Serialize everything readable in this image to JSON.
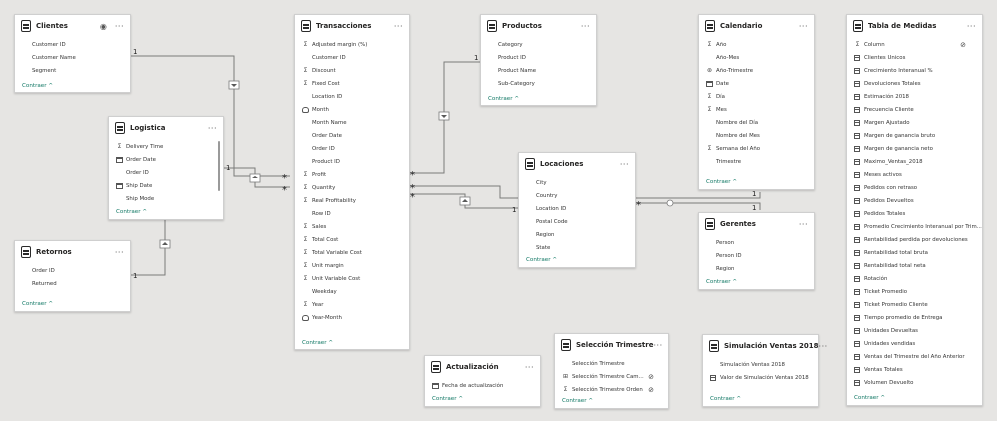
{
  "tables": {
    "clientes": {
      "title": "Clientes",
      "fields": [
        "Customer ID",
        "Customer Name",
        "Segment"
      ],
      "collapse": "Contraer"
    },
    "logistica": {
      "title": "Logistica",
      "fields": [
        "Delivery Time",
        "Order Date",
        "Order ID",
        "Ship Date",
        "Ship Mode"
      ],
      "collapse": "Contraer"
    },
    "retornos": {
      "title": "Retornos",
      "fields": [
        "Order ID",
        "Returned"
      ],
      "collapse": "Contraer"
    },
    "transacciones": {
      "title": "Transacciones",
      "fields": [
        "Adjusted margin (%)",
        "Customer ID",
        "Discount",
        "Fixed Cost",
        "Location ID",
        "Month",
        "Month Name",
        "Order Date",
        "Order ID",
        "Product ID",
        "Profit",
        "Quantity",
        "Real Profitability",
        "Row ID",
        "Sales",
        "Total Cost",
        "Total Variable Cost",
        "Unit margin",
        "Unit Variable Cost",
        "Weekday",
        "Year",
        "Year-Month"
      ],
      "collapse": "Contraer"
    },
    "productos": {
      "title": "Productos",
      "fields": [
        "Category",
        "Product ID",
        "Product Name",
        "Sub-Category"
      ],
      "collapse": "Contraer"
    },
    "locaciones": {
      "title": "Locaciones",
      "fields": [
        "City",
        "Country",
        "Location ID",
        "Postal Code",
        "Region",
        "State"
      ],
      "collapse": "Contraer"
    },
    "calendario": {
      "title": "Calendario",
      "fields": [
        "Año",
        "Año-Mes",
        "Año-Trimestre",
        "Date",
        "Día",
        "Mes",
        "Nombre del Día",
        "Nombre del Mes",
        "Semana del Año",
        "Trimestre"
      ],
      "collapse": "Contraer"
    },
    "gerentes": {
      "title": "Gerentes",
      "fields": [
        "Person",
        "Person ID",
        "Region"
      ],
      "collapse": "Contraer"
    },
    "medidas": {
      "title": "Tabla de Medidas",
      "fields": [
        "Column",
        "Clientes Unicos",
        "Crecimiento Interanual %",
        "Devoluciones Totales",
        "Estimación 2018",
        "Frecuencia Cliente",
        "Margen Ajustado",
        "Margen de ganancia bruto",
        "Margen de ganancia neto",
        "Maximo_Ventas_2018",
        "Meses activos",
        "Pedidos con retraso",
        "Pedidos Devueltos",
        "Pedidos Totales",
        "Promedio Crecimiento Interanual por Trim...",
        "Rentabilidad perdida por devoluciones",
        "Rentabilidad total bruta",
        "Rentabilidad total neta",
        "Rotación",
        "Ticket Promedio",
        "Ticket Promedio Cliente",
        "Tiempo promedio de Entrega",
        "Unidades Devueltas",
        "Unidades vendidas",
        "Ventas del Trimestre del Año Anterior",
        "Ventas Totales",
        "Volumen Devuelto"
      ],
      "collapse": "Contraer"
    },
    "actualizacion": {
      "title": "Actualización",
      "fields": [
        "Fecha de actualización"
      ],
      "collapse": "Contraer"
    },
    "seleccion": {
      "title": "Selección Trimestre",
      "fields": [
        "Selección Trimestre",
        "Selección Trimestre Cam...",
        "Selección Trimestre Orden"
      ],
      "collapse": "Contraer"
    },
    "simulacion": {
      "title": "Simulación Ventas 2018",
      "fields": [
        "Simulación Ventas 2018",
        "Valor de Simulación Ventas 2018"
      ],
      "collapse": "Contraer"
    }
  },
  "cardinality": {
    "one": "1",
    "many": "*"
  },
  "menu_glyph": "···",
  "collapse_glyph": "^"
}
